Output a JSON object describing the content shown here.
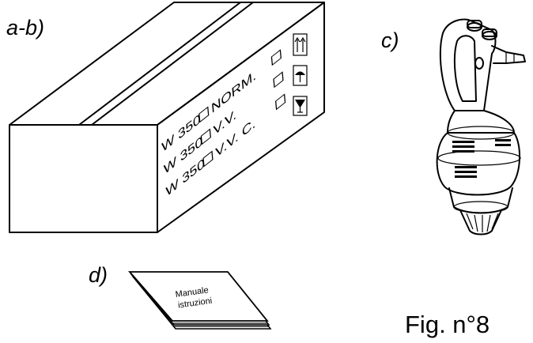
{
  "labels": {
    "ab": "a-b)",
    "c": "c)",
    "d": "d)",
    "fig": "Fig. n°8"
  },
  "box": {
    "lines": [
      "W 350",
      "W 350",
      "W 350"
    ],
    "variants": [
      "NORM.",
      "V.V.",
      "V.V. C."
    ]
  },
  "manual": {
    "line1": "Manuale",
    "line2": "istruzioni"
  }
}
